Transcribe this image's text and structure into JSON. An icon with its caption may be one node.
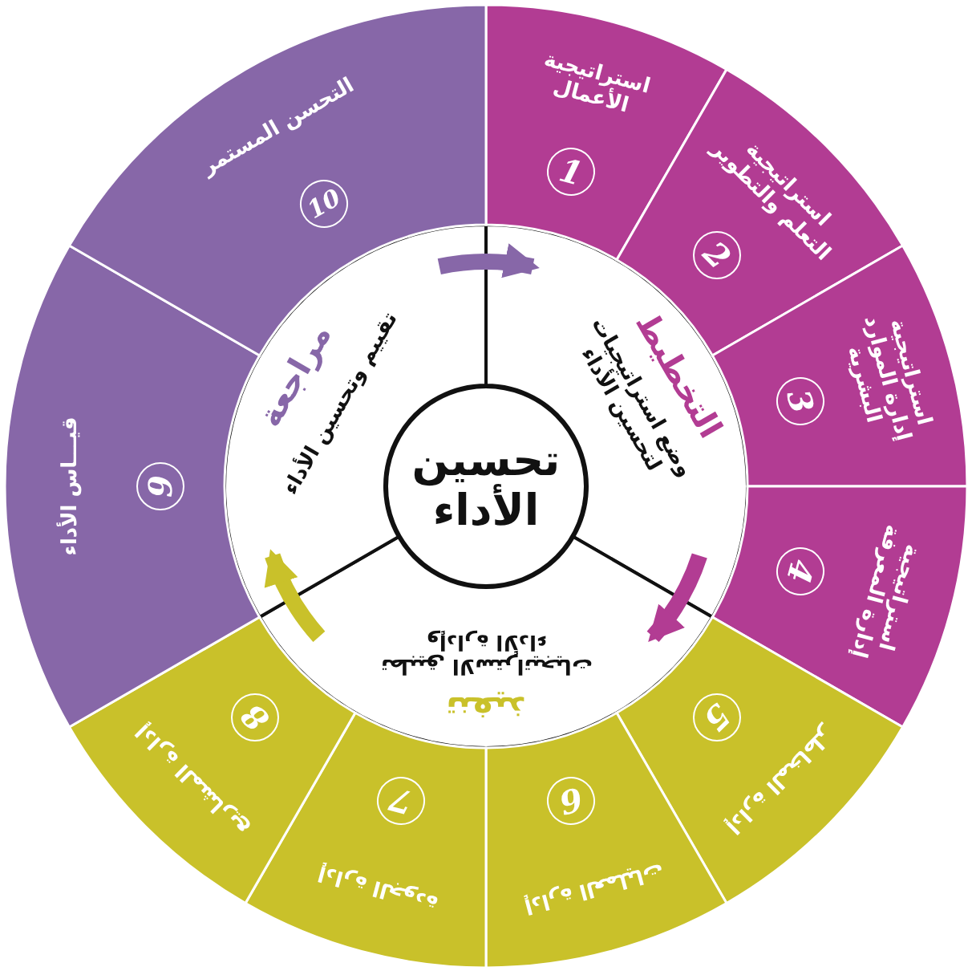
{
  "diagram": {
    "nodes": [
      {
        "text": [
          "تحسين الأداء"
        ]
      },
      {
        "text": [
          "التخطيط",
          "وضع استراتيجيات لتحسين الأداء"
        ]
      },
      {
        "text": [
          "تنفيذ",
          "تطبيق الاستراتيجيات وإدارة الأداء"
        ]
      },
      {
        "text": [
          "مراجعة",
          "تقييم وتحسين الأداء"
        ]
      },
      {
        "text": [
          "استراتيجية الأعمال",
          "1"
        ]
      },
      {
        "text": [
          "استراتيجية التعلم والتطوير",
          "2"
        ]
      },
      {
        "text": [
          "استراتيجية إدارة الموارد البشرية",
          "3"
        ]
      },
      {
        "text": [
          "استراتيجية إدارة المعرفة",
          "4"
        ]
      },
      {
        "text": [
          "إدارة المخاطر",
          "5"
        ]
      },
      {
        "text": [
          "إدارة العمليات",
          "6"
        ]
      },
      {
        "text": [
          "إدارة الجودة",
          "7"
        ]
      },
      {
        "text": [
          "إدارة المشاريع",
          "8"
        ]
      },
      {
        "text": [
          "قيـــاس الأداء",
          "9"
        ]
      },
      {
        "text": [
          "التحسن المستمر",
          "10"
        ]
      }
    ],
    "edges": [
      {
        "from": 3,
        "to": 1,
        "arrow": "to",
        "color": "#8767a8"
      },
      {
        "from": 1,
        "to": 2,
        "arrow": "to",
        "color": "#b23c93"
      },
      {
        "from": 2,
        "to": 3,
        "arrow": "to",
        "color": "#c9c12a"
      }
    ]
  }
}
